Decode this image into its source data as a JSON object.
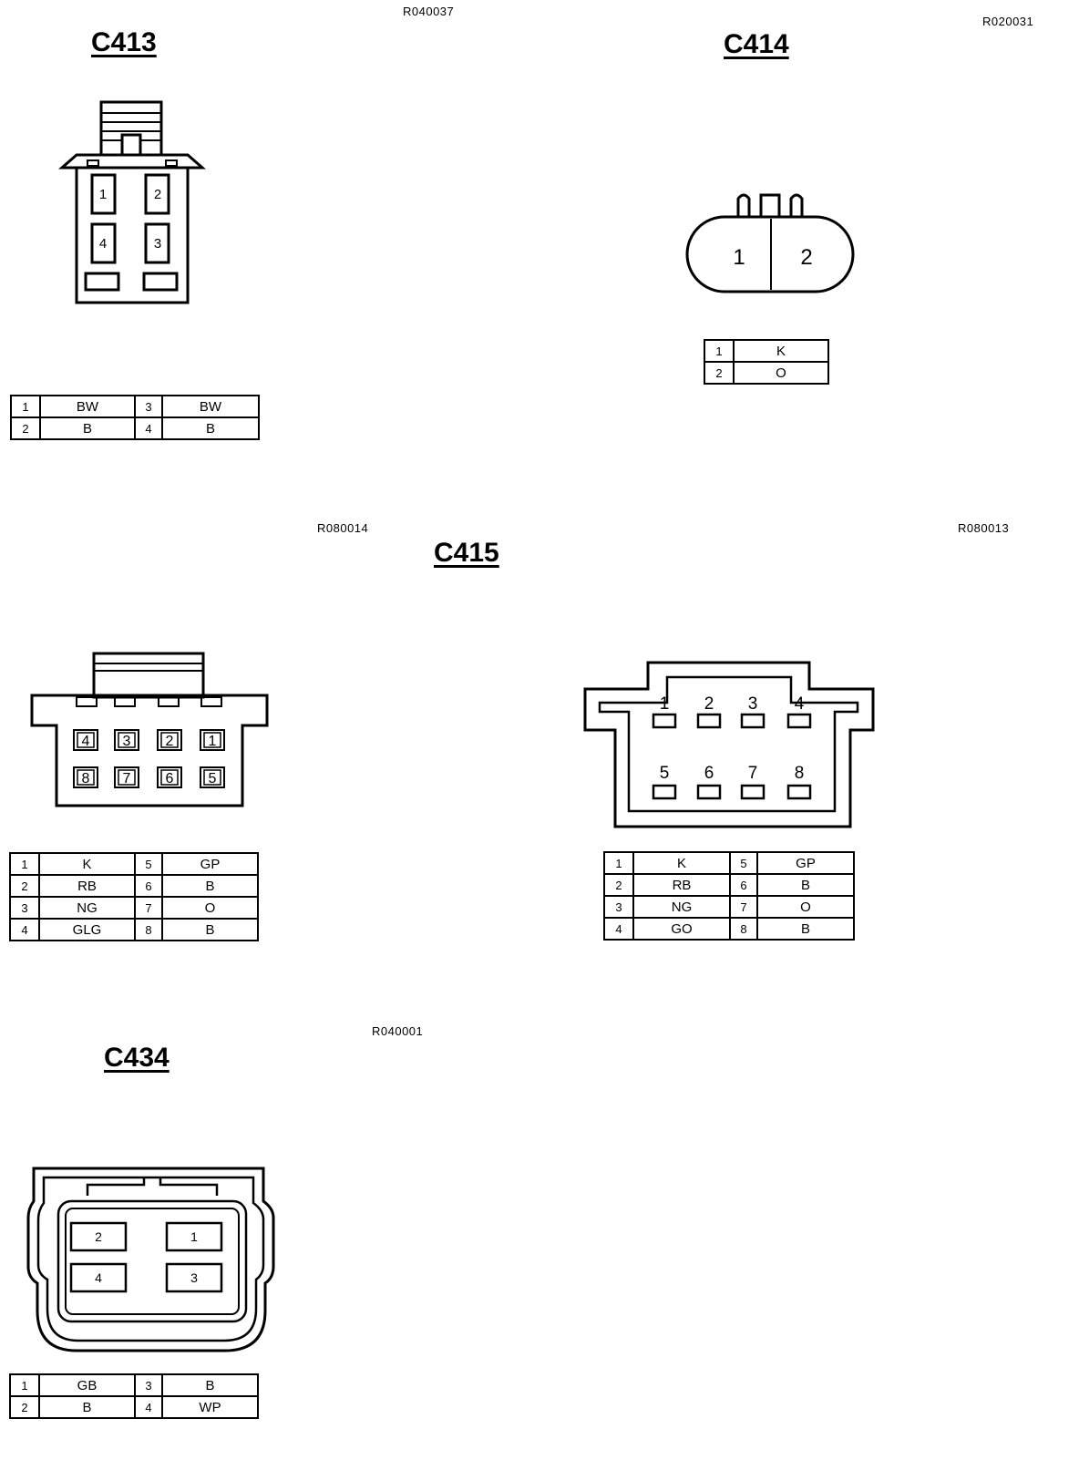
{
  "refs": {
    "r1": "R040037",
    "r2": "R020031",
    "r3": "R080014",
    "r4": "R080013",
    "r5": "R040001"
  },
  "c413": {
    "title": "C413",
    "pins": [
      "1",
      "2",
      "3",
      "4"
    ],
    "table": [
      [
        "1",
        "BW",
        "3",
        "BW"
      ],
      [
        "2",
        "B",
        "4",
        "B"
      ]
    ]
  },
  "c414": {
    "title": "C414",
    "pins": [
      "1",
      "2"
    ],
    "table": [
      [
        "1",
        "K"
      ],
      [
        "2",
        "O"
      ]
    ]
  },
  "c415": {
    "title": "C415",
    "left_pins": [
      "1",
      "2",
      "3",
      "4",
      "5",
      "6",
      "7",
      "8"
    ],
    "right_pins": [
      "1",
      "2",
      "3",
      "4",
      "5",
      "6",
      "7",
      "8"
    ],
    "table_left": [
      [
        "1",
        "K",
        "5",
        "GP"
      ],
      [
        "2",
        "RB",
        "6",
        "B"
      ],
      [
        "3",
        "NG",
        "7",
        "O"
      ],
      [
        "4",
        "GLG",
        "8",
        "B"
      ]
    ],
    "table_right": [
      [
        "1",
        "K",
        "5",
        "GP"
      ],
      [
        "2",
        "RB",
        "6",
        "B"
      ],
      [
        "3",
        "NG",
        "7",
        "O"
      ],
      [
        "4",
        "GO",
        "8",
        "B"
      ]
    ]
  },
  "c434": {
    "title": "C434",
    "pins": [
      "1",
      "2",
      "3",
      "4"
    ],
    "table": [
      [
        "1",
        "GB",
        "3",
        "B"
      ],
      [
        "2",
        "B",
        "4",
        "WP"
      ]
    ]
  }
}
